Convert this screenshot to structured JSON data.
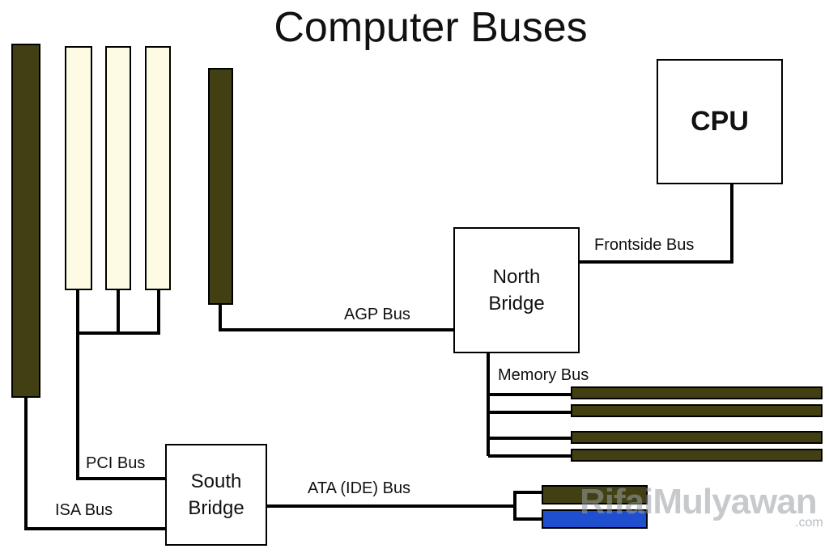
{
  "title": "Computer Buses",
  "nodes": {
    "cpu": "CPU",
    "north_bridge": "North\nBridge",
    "south_bridge": "South\nBridge"
  },
  "buses": {
    "frontside": "Frontside Bus",
    "agp": "AGP Bus",
    "memory": "Memory Bus",
    "pci": "PCI Bus",
    "isa": "ISA Bus",
    "ata": "ATA (IDE) Bus"
  },
  "watermark": {
    "main": "RifaiMulyawan",
    "suffix": ".com"
  },
  "colors": {
    "slot_dark": "#424012",
    "slot_light": "#fdfbe4",
    "ide_blue": "#1f4fcf",
    "line": "#000000"
  }
}
